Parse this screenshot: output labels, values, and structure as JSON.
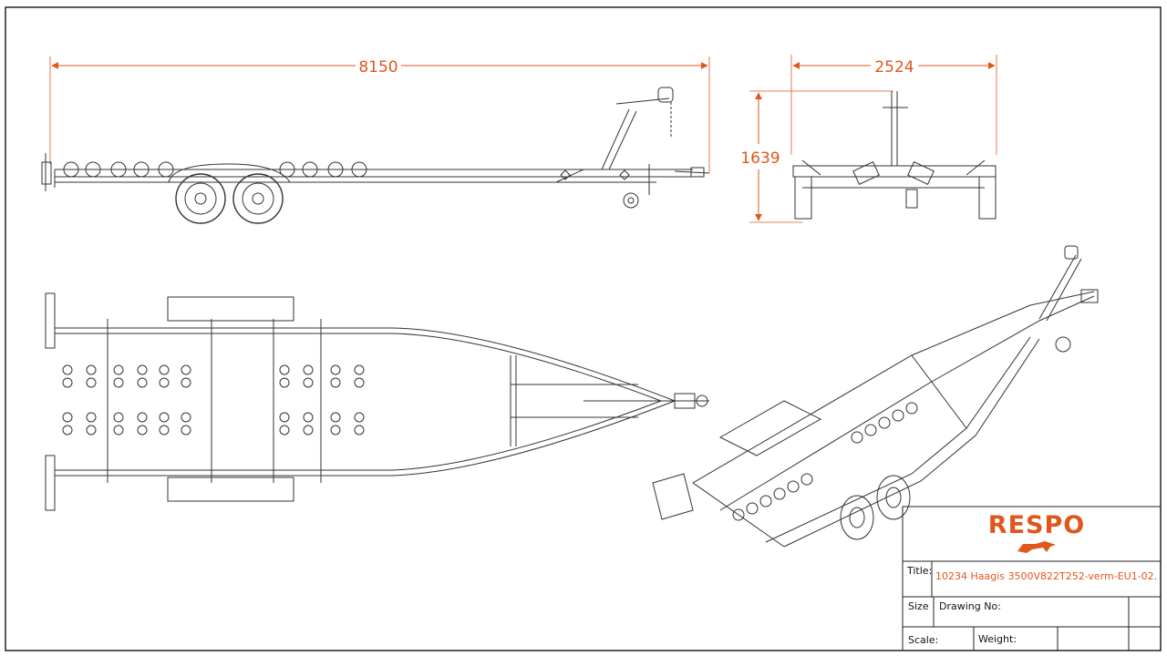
{
  "dimensions": {
    "side_length": "8150",
    "end_width": "2524",
    "end_height": "1639"
  },
  "title_block": {
    "logo": "RESPO",
    "title_label": "Title:",
    "title_value": "10234 Haagis 3500V822T252-verm-EU1-02.",
    "size_label": "Size",
    "drawing_no_label": "Drawing No:",
    "scale_label": "Scale:",
    "weight_label": "Weight:"
  },
  "colors": {
    "accent": "#e0561c",
    "line": "#333333"
  }
}
